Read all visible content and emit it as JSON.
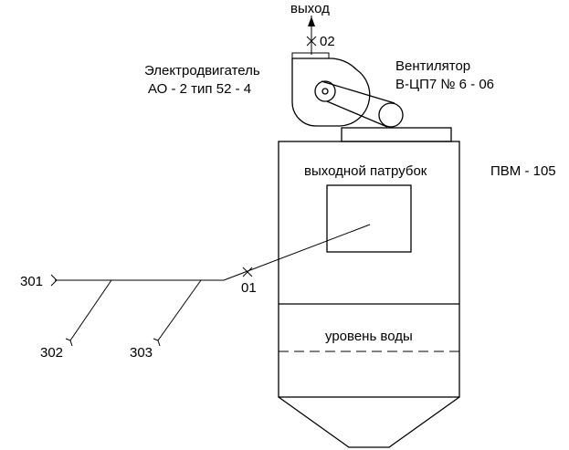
{
  "labels": {
    "exit": "выход",
    "valve_02": "02",
    "motor_title": "Электродвигатель",
    "motor_model": "АО - 2 тип 52 - 4",
    "fan_title": "Вентилятор",
    "fan_model": "В-ЦП7 № 6 - 06",
    "unit_name": "ПВМ - 105",
    "outlet_pipe": "выходной патрубок",
    "water_level": "уровень воды",
    "valve_01": "01",
    "inlet_301": "301",
    "inlet_302": "302",
    "inlet_303": "303"
  }
}
